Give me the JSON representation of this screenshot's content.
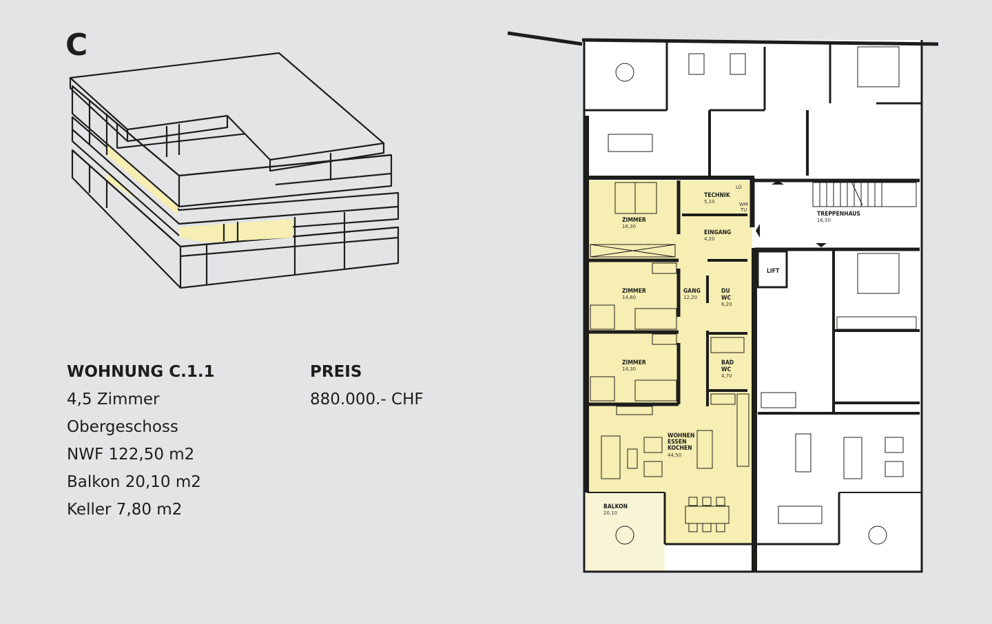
{
  "building_letter": "C",
  "apartment": {
    "title": "WOHNUNG C.1.1",
    "rooms": "4,5 Zimmer",
    "floor": "Obergeschoss",
    "nwf": "NWF 122,50 m2",
    "balcony": "Balkon 20,10 m2",
    "cellar": "Keller 7,80 m2"
  },
  "price": {
    "label": "PREIS",
    "value": "880.000.- CHF"
  },
  "plan_labels": {
    "zimmer1": {
      "name": "ZIMMER",
      "area": "16,30"
    },
    "technik": {
      "name": "TECHNIK",
      "area": "5,10"
    },
    "lu": "LÜ",
    "wm": "WM",
    "tu": "TU",
    "eingang": {
      "name": "EINGANG",
      "area": "4,20"
    },
    "zimmer2": {
      "name": "ZIMMER",
      "area": "14,60"
    },
    "gang": {
      "name": "GANG",
      "area": "12,20"
    },
    "duwc": {
      "name1": "DU",
      "name2": "WC",
      "area": "6,20"
    },
    "zimmer3": {
      "name": "ZIMMER",
      "area": "14,30"
    },
    "badwc": {
      "name1": "BAD",
      "name2": "WC",
      "area": "4,70"
    },
    "wohnen": {
      "name1": "WOHNEN",
      "name2": "ESSEN",
      "name3": "KOCHEN",
      "area": "44,50"
    },
    "balkon": {
      "name": "BALKON",
      "area": "20,10"
    },
    "treppenhaus": {
      "name": "TREPPENHAUS",
      "area": "16,50"
    },
    "lift": "LIFT"
  },
  "colors": {
    "background": "#e3e4e6",
    "highlight": "#f6eeb2",
    "balcony_highlight": "#f8f4d6",
    "walls": "#1d1d1b"
  }
}
